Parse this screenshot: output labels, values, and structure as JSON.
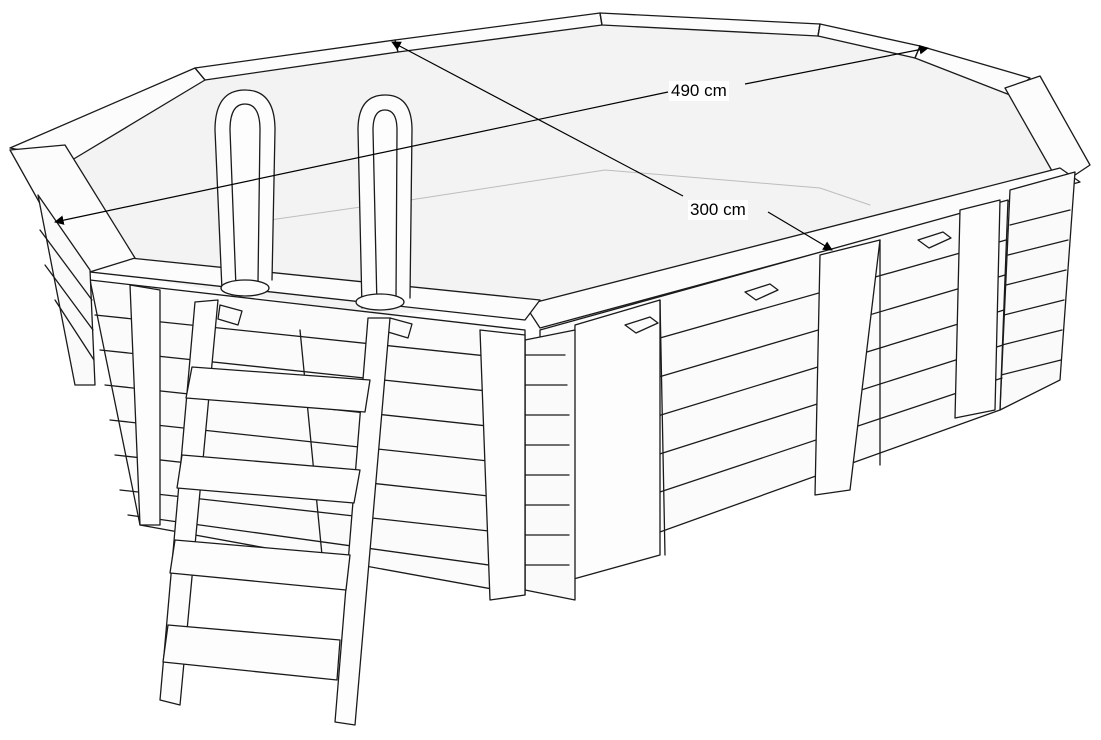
{
  "dimensions": {
    "length": "490 cm",
    "width": "300 cm"
  },
  "colors": {
    "line": "#1a1a1a",
    "water": "#f2f2f2",
    "wood": "#fbfbfb",
    "background": "#ffffff"
  },
  "parts": [
    "octagonal-wooden-pool",
    "pool-ladder",
    "handrail-pair",
    "top-rim-cap",
    "plank-walls",
    "vertical-posts",
    "dimension-arrows"
  ]
}
